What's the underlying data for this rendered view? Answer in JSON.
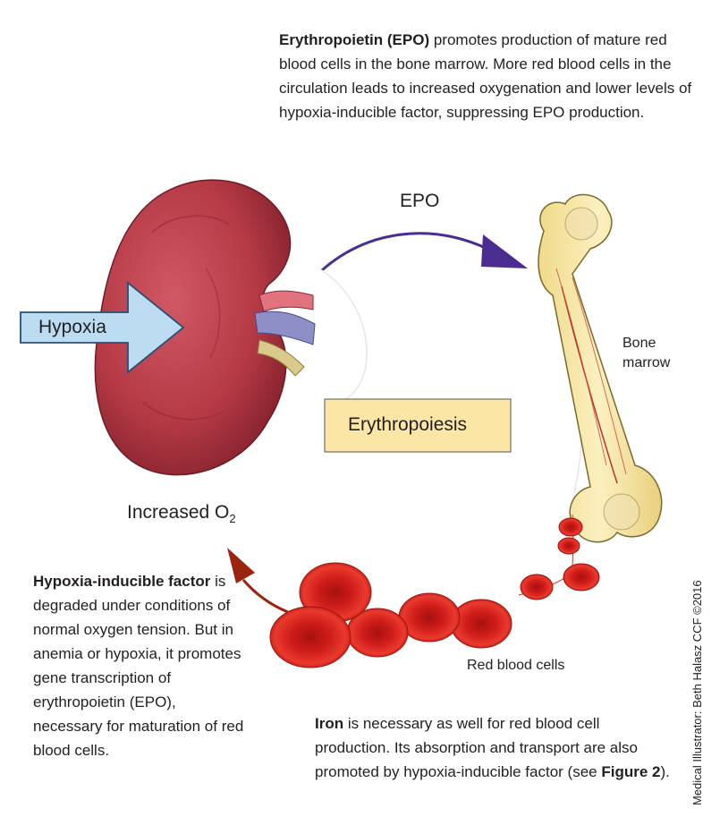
{
  "epo_paragraph": {
    "bold": "Erythropoietin (EPO)",
    "rest": " promotes production of mature red blood cells in the bone marrow. More red blood cells in the circulation leads to increased oxygenation and lower levels of hypoxia-inducible factor, suppressing EPO production."
  },
  "hif_paragraph": {
    "bold": "Hypoxia-inducible factor",
    "rest": " is degraded under conditions of normal oxygen tension. But in anemia or hypoxia, it promotes gene transcription of erythropoietin (EPO), necessary for maturation of red blood cells."
  },
  "iron_paragraph": {
    "bold": "Iron",
    "rest": " is necessary as well for red blood cell production. Its absorption and transport are also promoted by hypoxia-inducible factor (see ",
    "figure_ref": "Figure 2",
    "end": ")."
  },
  "labels": {
    "hypoxia": "Hypoxia",
    "epo": "EPO",
    "erythropoiesis": "Erythropoiesis",
    "bone_marrow_line1": "Bone",
    "bone_marrow_line2": "marrow",
    "red_blood_cells": "Red blood cells",
    "increased_o2_prefix": "Increased O",
    "increased_o2_sub": "2"
  },
  "credit": "Medical Illustrator: Beth Halasz  CCF ©2016",
  "colors": {
    "kidney": "#b53a46",
    "epo_arrow": "#4b2d8f",
    "o2_arrow": "#9a2410",
    "hypoxia_arrow_fill": "#bcdcf2",
    "erythropoiesis_box_fill": "#fbe6a6",
    "bone": "#f6e7a6",
    "rbc": "#d8231f"
  }
}
